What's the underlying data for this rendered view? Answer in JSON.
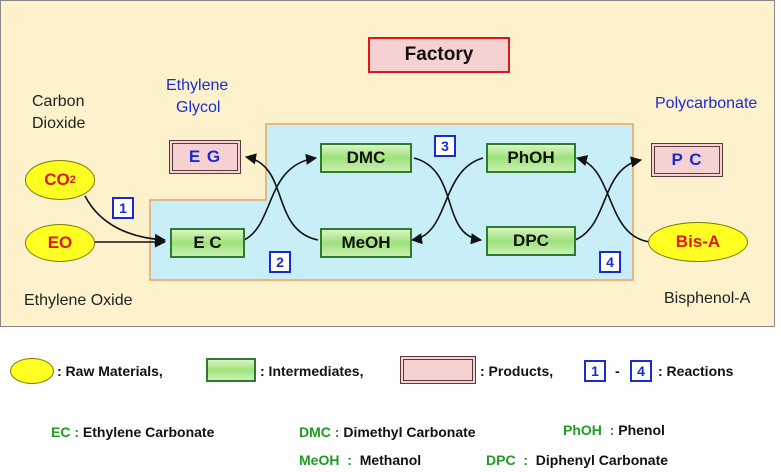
{
  "factory": {
    "title": "Factory"
  },
  "labels": {
    "carbon_dioxide_1": "Carbon",
    "carbon_dioxide_2": "Dioxide",
    "ethylene_glycol_1": "Ethylene",
    "ethylene_glycol_2": "Glycol",
    "polycarbonate": "Polycarbonate",
    "ethylene_oxide": "Ethylene Oxide",
    "bisphenol_a": "Bisphenol-A"
  },
  "raw_materials": {
    "co2_base": "CO",
    "co2_sub": "2",
    "eo": "EO",
    "bisa": "Bis-A"
  },
  "intermediates": {
    "ec": "E C",
    "dmc": "DMC",
    "meoh": "MeOH",
    "phoh": "PhOH",
    "dpc": "DPC"
  },
  "products": {
    "eg": "E G",
    "pc": "P C"
  },
  "reactions": [
    "1",
    "2",
    "3",
    "4"
  ],
  "legend": {
    "raw": ": Raw Materials,",
    "inter": ": Intermediates,",
    "prod": ": Products,",
    "dash": "-",
    "react": ": Reactions"
  },
  "glossary": [
    {
      "abbr": "EC",
      "sep": " : ",
      "name": "Ethylene Carbonate"
    },
    {
      "abbr": "DMC",
      "sep": " : ",
      "name": "Dimethyl Carbonate"
    },
    {
      "abbr": "PhOH",
      "sep": "  : ",
      "name": "Phenol"
    },
    {
      "abbr": "MeOH",
      "sep": "  :  ",
      "name": "Methanol"
    },
    {
      "abbr": "DPC",
      "sep": "  :  ",
      "name": "Diphenyl Carbonate"
    }
  ],
  "colors": {
    "factory_bg": "#fdf2cc",
    "process_bg": "#c8eef8",
    "process_border": "#f0a060",
    "raw": "#ffff22",
    "product": "#f6d1d1",
    "intermediate": "#9ee27c",
    "reaction": "#1a2bd6",
    "glossary_abbr": "#1f9a22"
  }
}
